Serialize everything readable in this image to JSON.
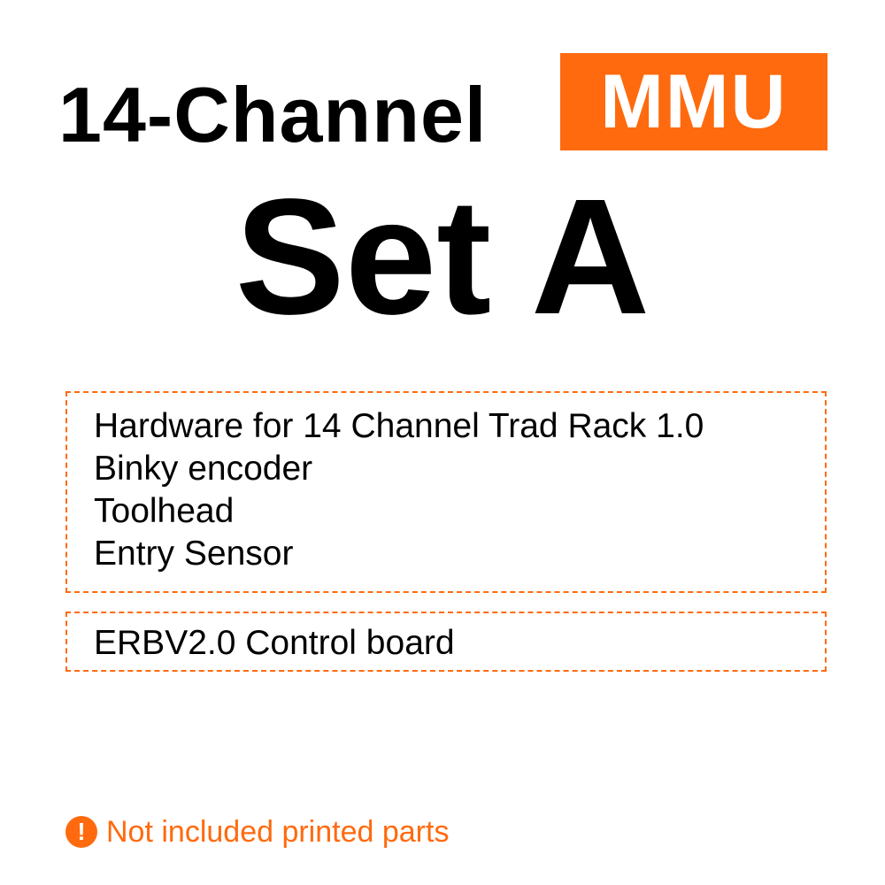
{
  "header": {
    "title": "14-Channel",
    "badge": "MMU"
  },
  "set_title": "Set A",
  "hardware_box": {
    "items": [
      "Hardware for 14 Channel Trad Rack 1.0",
      "Binky encoder",
      "Toolhead",
      "Entry Sensor"
    ]
  },
  "board_box": {
    "items": [
      "ERBV2.0 Control board"
    ]
  },
  "note": {
    "icon": "exclamation-icon",
    "icon_glyph": "!",
    "text": "Not included printed parts"
  },
  "colors": {
    "accent": "#ff6a0e",
    "text": "#000000",
    "background": "#ffffff"
  }
}
